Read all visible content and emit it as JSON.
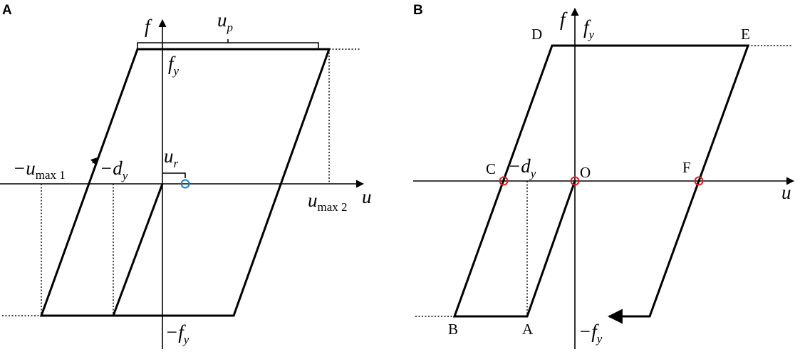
{
  "panel_a": {
    "label": "A",
    "f_axis": "f",
    "u_axis": "u",
    "fy": {
      "main": "f",
      "sub": "y"
    },
    "neg_fy": {
      "main": "−f",
      "sub": "y"
    },
    "up": {
      "main": "u",
      "sub": "p"
    },
    "ur": {
      "main": "u",
      "sub": "r"
    },
    "neg_umax1": {
      "main": "−u",
      "sub": "max 1"
    },
    "umax2": {
      "main": "u",
      "sub": "max 2"
    },
    "neg_dy": {
      "main": "−d",
      "sub": "y"
    },
    "marker_color": "#1f7fc8"
  },
  "panel_b": {
    "label": "B",
    "f_axis": "f",
    "u_axis": "u",
    "fy": {
      "main": "f",
      "sub": "y"
    },
    "neg_fy": {
      "main": "−f",
      "sub": "y"
    },
    "neg_dy": {
      "main": "−d",
      "sub": "y"
    },
    "points": [
      "A",
      "B",
      "C",
      "D",
      "E",
      "F",
      "O"
    ],
    "marker_color": "#e02020"
  }
}
